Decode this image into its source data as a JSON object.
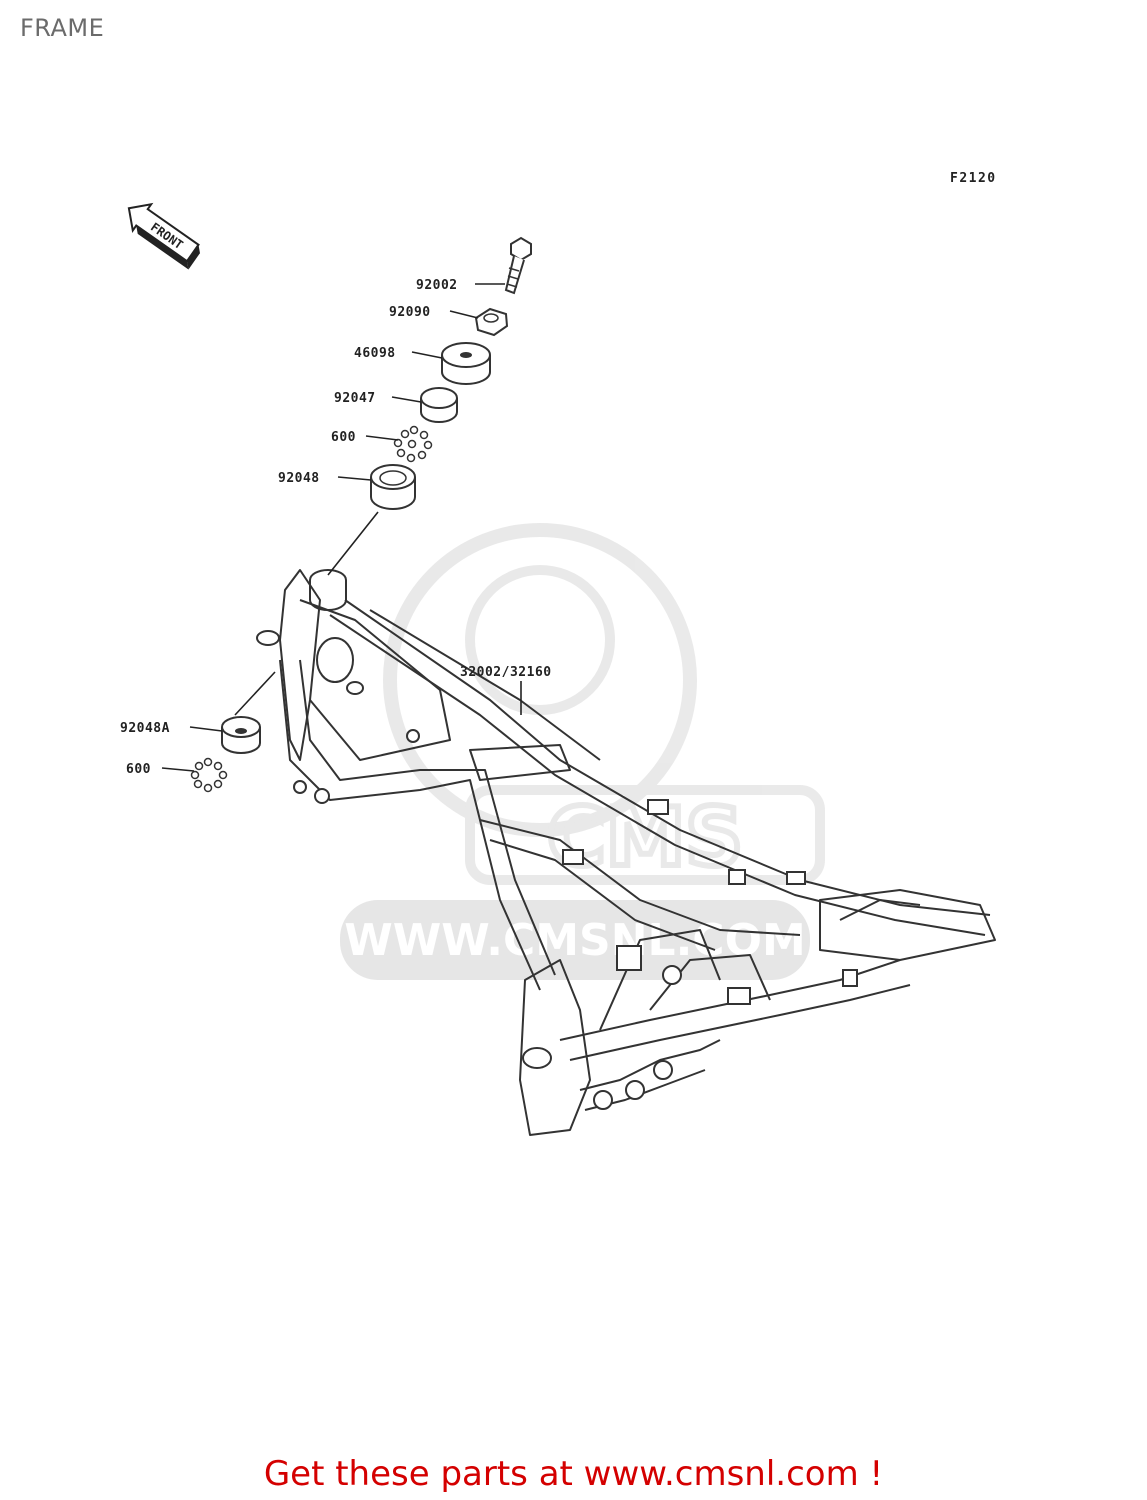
{
  "page": {
    "title": "FRAME"
  },
  "diagram": {
    "code": "F2120",
    "front_label": "FRONT",
    "watermark_text": "WWW.CMSNL.COM",
    "watermark_logo_text": "CMS",
    "callouts": [
      {
        "id": "92002",
        "label": "92002"
      },
      {
        "id": "92090",
        "label": "92090"
      },
      {
        "id": "46098",
        "label": "46098"
      },
      {
        "id": "92047",
        "label": "92047"
      },
      {
        "id": "600a",
        "label": "600"
      },
      {
        "id": "92048",
        "label": "92048"
      },
      {
        "id": "32002",
        "label": "32002/32160"
      },
      {
        "id": "92048A",
        "label": "92048A"
      },
      {
        "id": "600b",
        "label": "600"
      }
    ]
  },
  "footer": {
    "cta": "Get these parts at www.cmsnl.com !",
    "color": "#d40000"
  }
}
